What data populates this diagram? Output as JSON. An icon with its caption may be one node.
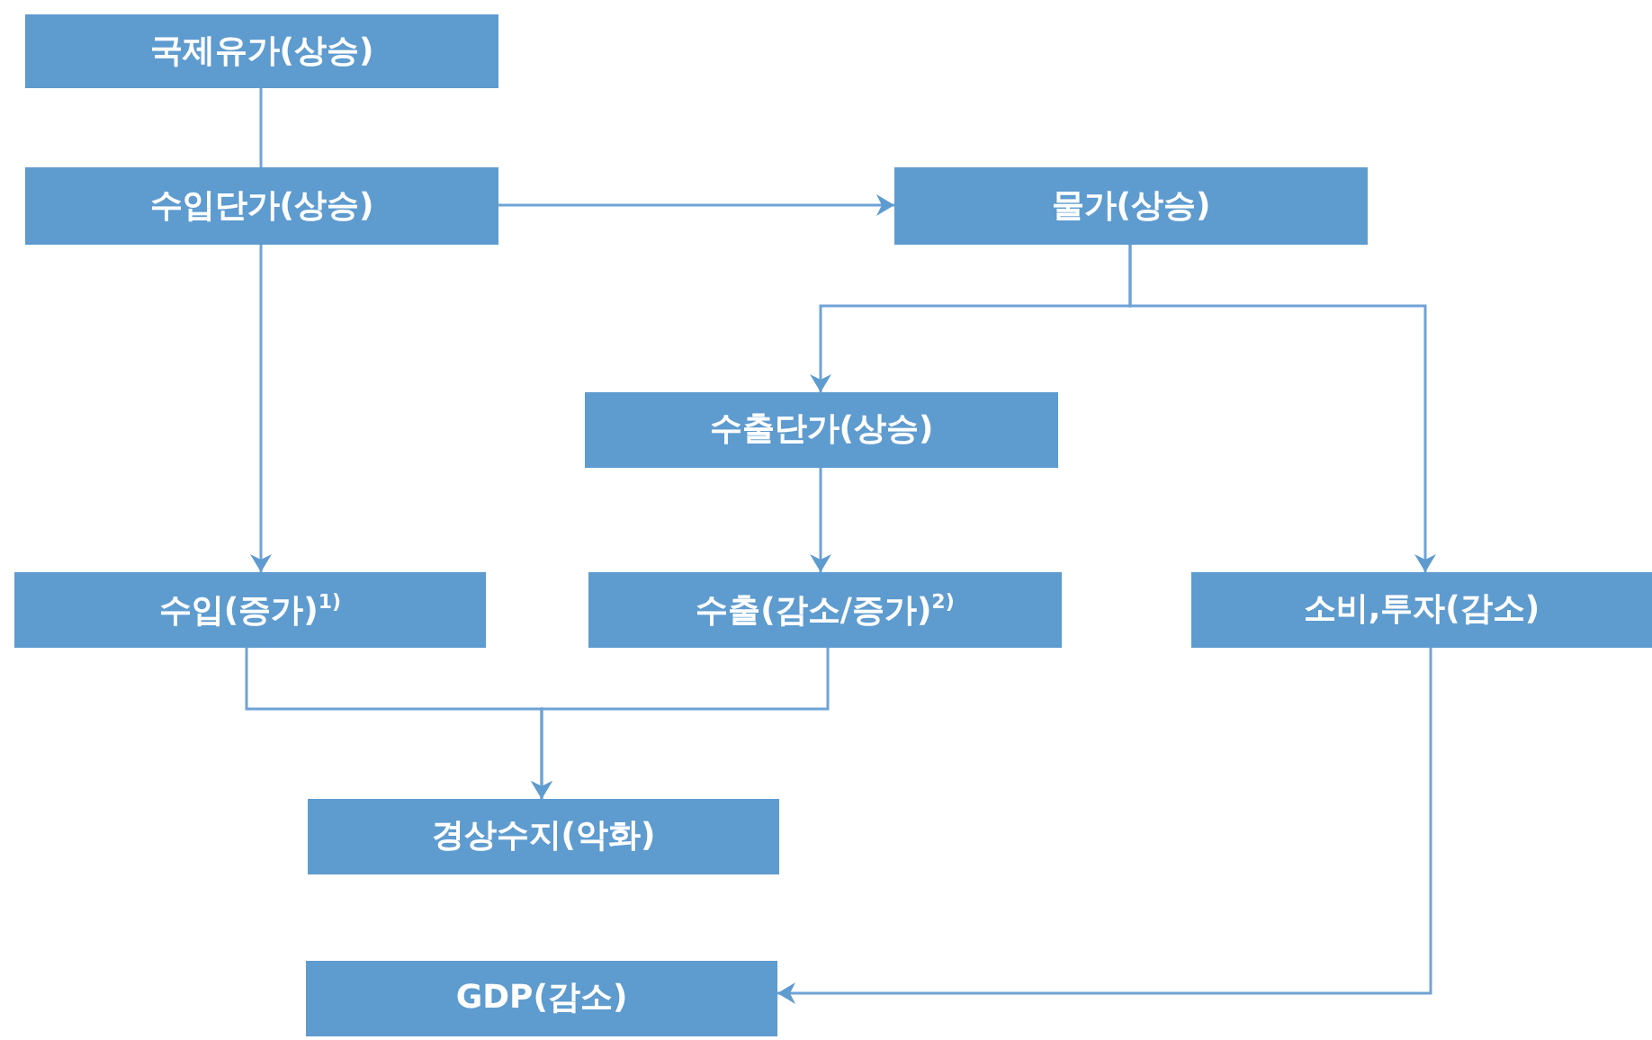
{
  "diagram": {
    "nodes": [
      {
        "text": [
          "국제유가(상승)"
        ]
      },
      {
        "text": [
          "수입단가(상승)"
        ]
      },
      {
        "text": [
          "물가(상승)"
        ]
      },
      {
        "text": [
          "수출단가(상승)"
        ]
      },
      {
        "text": [
          "수입(증가)$^{1)}$"
        ]
      },
      {
        "text": [
          "수출(감소/증가)$^{2)}$"
        ]
      },
      {
        "text": [
          "소비,투자(감소)"
        ]
      },
      {
        "text": [
          "경상수지(악화)"
        ]
      },
      {
        "text": [
          "GDP(감소)"
        ]
      }
    ],
    "edges": [
      {
        "from": 0,
        "to": 1,
        "arrow": "none"
      },
      {
        "from": 1,
        "to": 2,
        "arrow": "to"
      },
      {
        "from": 1,
        "to": 4,
        "arrow": "to"
      },
      {
        "from": 2,
        "to": 3,
        "arrow": "to"
      },
      {
        "from": 2,
        "to": 6,
        "arrow": "to"
      },
      {
        "from": 3,
        "to": 5,
        "arrow": "to"
      },
      {
        "from": 4,
        "to": 7,
        "arrow": "to"
      },
      {
        "from": 5,
        "to": 7,
        "arrow": "to"
      },
      {
        "from": 6,
        "to": 8,
        "arrow": "to"
      }
    ]
  }
}
